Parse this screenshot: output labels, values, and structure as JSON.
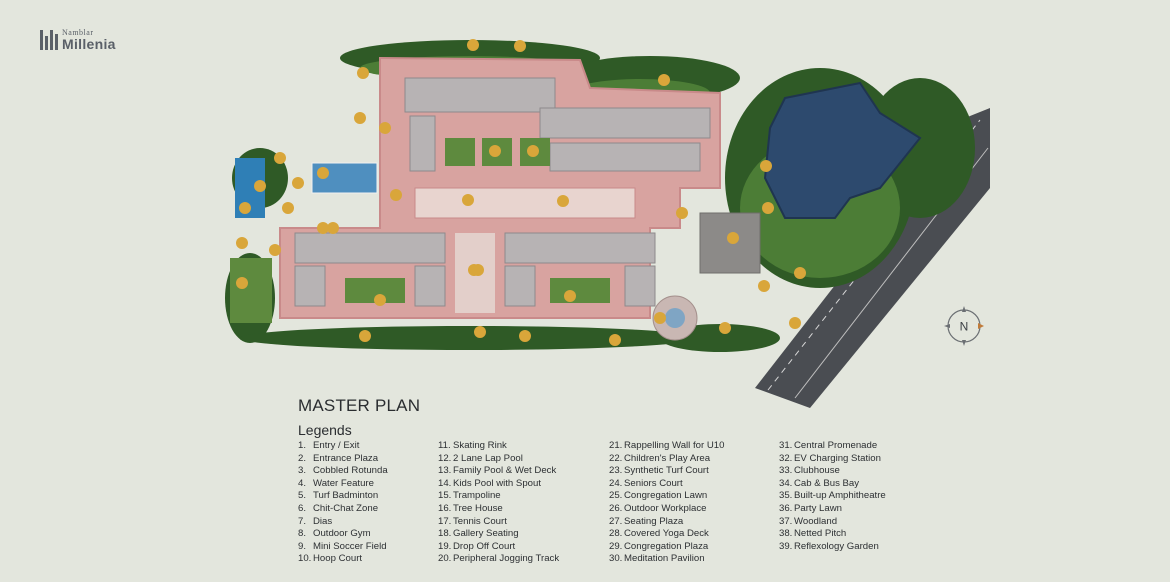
{
  "brand": {
    "top": "Namblar",
    "name": "Millenia"
  },
  "title": "MASTER PLAN",
  "legend_title": "Legends",
  "compass_label": "N",
  "legend": [
    {
      "n": "1.",
      "label": "Entry / Exit"
    },
    {
      "n": "2.",
      "label": "Entrance Plaza"
    },
    {
      "n": "3.",
      "label": "Cobbled Rotunda"
    },
    {
      "n": "4.",
      "label": "Water Feature"
    },
    {
      "n": "5.",
      "label": "Turf Badminton"
    },
    {
      "n": "6.",
      "label": "Chit-Chat Zone"
    },
    {
      "n": "7.",
      "label": "Dias"
    },
    {
      "n": "8.",
      "label": "Outdoor Gym"
    },
    {
      "n": "9.",
      "label": "Mini Soccer Field"
    },
    {
      "n": "10.",
      "label": "Hoop Court"
    },
    {
      "n": "11.",
      "label": "Skating Rink"
    },
    {
      "n": "12.",
      "label": "2 Lane Lap Pool"
    },
    {
      "n": "13.",
      "label": "Family Pool & Wet Deck"
    },
    {
      "n": "14.",
      "label": "Kids Pool with Spout"
    },
    {
      "n": "15.",
      "label": "Trampoline"
    },
    {
      "n": "16.",
      "label": "Tree House"
    },
    {
      "n": "17.",
      "label": "Tennis Court"
    },
    {
      "n": "18.",
      "label": "Gallery Seating"
    },
    {
      "n": "19.",
      "label": "Drop Off Court"
    },
    {
      "n": "20.",
      "label": "Peripheral Jogging Track"
    },
    {
      "n": "21.",
      "label": "Rappelling Wall for U10"
    },
    {
      "n": "22.",
      "label": "Children's Play Area"
    },
    {
      "n": "23.",
      "label": "Synthetic Turf Court"
    },
    {
      "n": "24.",
      "label": "Seniors Court"
    },
    {
      "n": "25.",
      "label": "Congregation Lawn"
    },
    {
      "n": "26.",
      "label": "Outdoor Workplace"
    },
    {
      "n": "27.",
      "label": "Seating Plaza"
    },
    {
      "n": "28.",
      "label": "Covered Yoga Deck"
    },
    {
      "n": "29.",
      "label": "Congregation Plaza"
    },
    {
      "n": "30.",
      "label": "Meditation Pavilion"
    },
    {
      "n": "31.",
      "label": "Central Promenade"
    },
    {
      "n": "32.",
      "label": "EV Charging Station"
    },
    {
      "n": "33.",
      "label": "Clubhouse"
    },
    {
      "n": "34.",
      "label": "Cab & Bus Bay"
    },
    {
      "n": "35.",
      "label": "Built-up Amphitheatre"
    },
    {
      "n": "36.",
      "label": "Party Lawn"
    },
    {
      "n": "37.",
      "label": "Woodland"
    },
    {
      "n": "38.",
      "label": "Netted Pitch"
    },
    {
      "n": "39.",
      "label": "Reflexology Garden"
    }
  ],
  "colors": {
    "background": "#e3e6dd",
    "path": "#c98a8a",
    "lawn": "#5e8a3e",
    "trees": "#2f5a26",
    "water": "#2d4a6e",
    "road": "#4a4d52",
    "marker": "#d9a63a"
  }
}
